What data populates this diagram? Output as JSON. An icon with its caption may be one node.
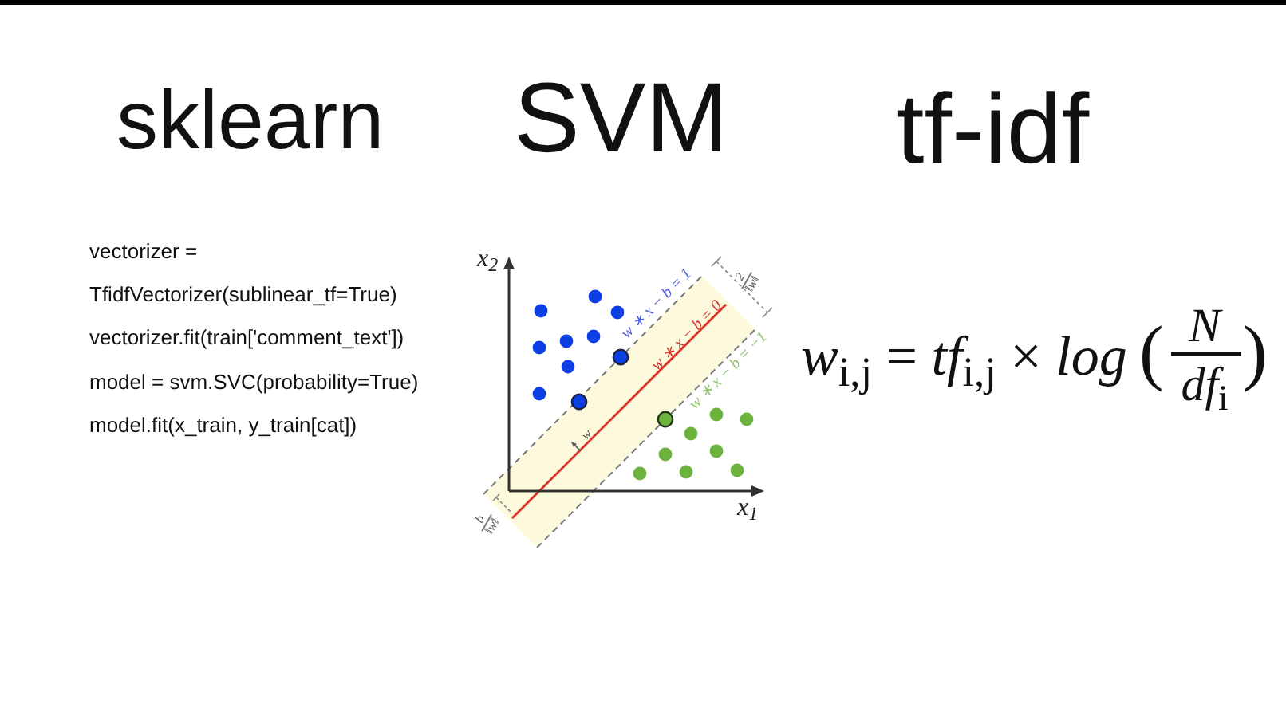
{
  "diagram": {
    "labels": [
      "sklearn",
      "SVM",
      "tf-idf",
      "vectorizer =",
      "TfidfVectorizer(sublinear_tf=True)",
      "vectorizer.fit(train['comment_text'])",
      "model = svm.SVC(probability=True)",
      "model.fit(x_train, y_train[cat])",
      "x$_{2}$",
      "w ∗ x − b = 1",
      "2",
      "‖w‖",
      "w ∗ x − b = 0",
      "w ∗ x − b = −1",
      "w",
      "b",
      "‖w‖",
      "x$_{1}$",
      "*w*$_{i,j}$ = *tf*$_{i,j}$ × *log*",
      "(",
      "N",
      "*df*$_{i}$",
      ")"
    ]
  }
}
